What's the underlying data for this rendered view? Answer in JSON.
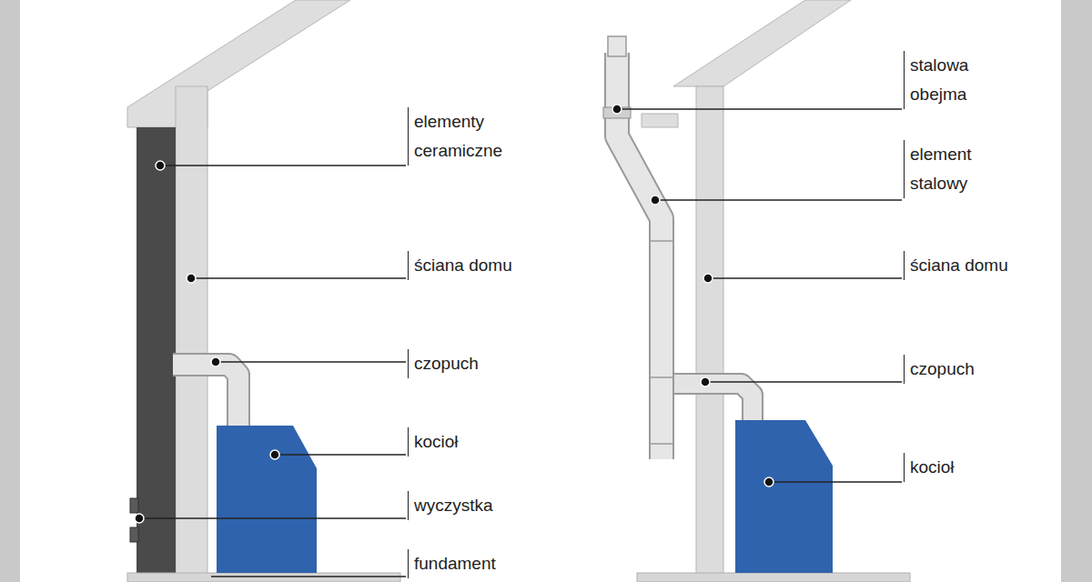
{
  "diagram": {
    "labels": [
      "elementy ceramiczne",
      "ściana domu",
      "czopuch",
      "kocioł",
      "wyczystka",
      "fundament",
      "stalowa obejma",
      "element stalowy",
      "ściana domu",
      "czopuch",
      "kocioł"
    ]
  }
}
